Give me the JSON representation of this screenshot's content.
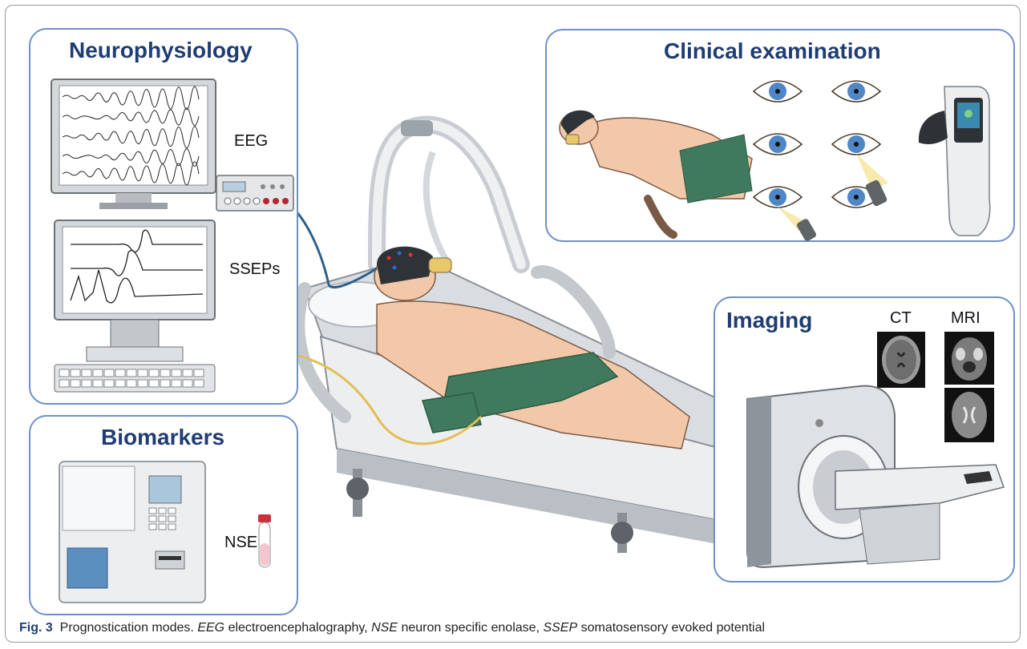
{
  "panels": {
    "neurophysiology": {
      "title": "Neurophysiology",
      "labels": {
        "eeg": "EEG",
        "ssep": "SSEPs"
      }
    },
    "biomarkers": {
      "title": "Biomarkers",
      "labels": {
        "nse": "NSE"
      }
    },
    "clinical": {
      "title": "Clinical examination"
    },
    "imaging": {
      "title": "Imaging",
      "labels": {
        "ct": "CT",
        "mri": "MRI"
      }
    }
  },
  "caption": {
    "figure": "Fig. 3",
    "lead": "Prognostication modes.",
    "terms": [
      {
        "abbr": "EEG",
        "text": "electroencephalography,"
      },
      {
        "abbr": "NSE",
        "text": "neuron specific enolase,"
      },
      {
        "abbr": "SSEP",
        "text": "somatosensory evoked potential"
      }
    ]
  },
  "colors": {
    "panel_border": "#6f8fc8",
    "title": "#1f3d73",
    "sheet": "#3f7a5e",
    "skin": "#f3c8a8"
  }
}
